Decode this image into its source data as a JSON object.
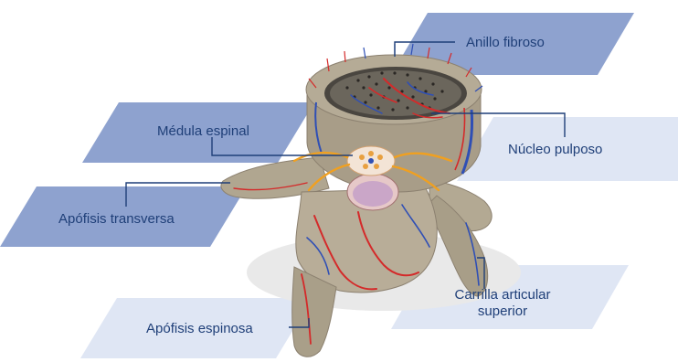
{
  "labels": {
    "anillo_fibroso": "Anillo fibroso",
    "medula_espinal": "Médula espinal",
    "nucleo_pulposo": "Núcleo pulposo",
    "apofisis_transversa": "Apófisis transversa",
    "carrilla_articular_line1": "Carrilla articular",
    "carrilla_articular_line2": "superior",
    "apofisis_espinosa": "Apófisis espinosa"
  },
  "colors": {
    "panel_dark": "#8ea2cf",
    "panel_light": "#dfe6f4",
    "text": "#1f3f78",
    "leader": "#1f3f78",
    "bone": "#b8ad98",
    "bone_dark": "#8c8170",
    "artery": "#d42a2a",
    "vein": "#2f4fb5",
    "nerve": "#f0a020"
  },
  "icons": {
    "vertebra": "vertebra-illustration"
  }
}
